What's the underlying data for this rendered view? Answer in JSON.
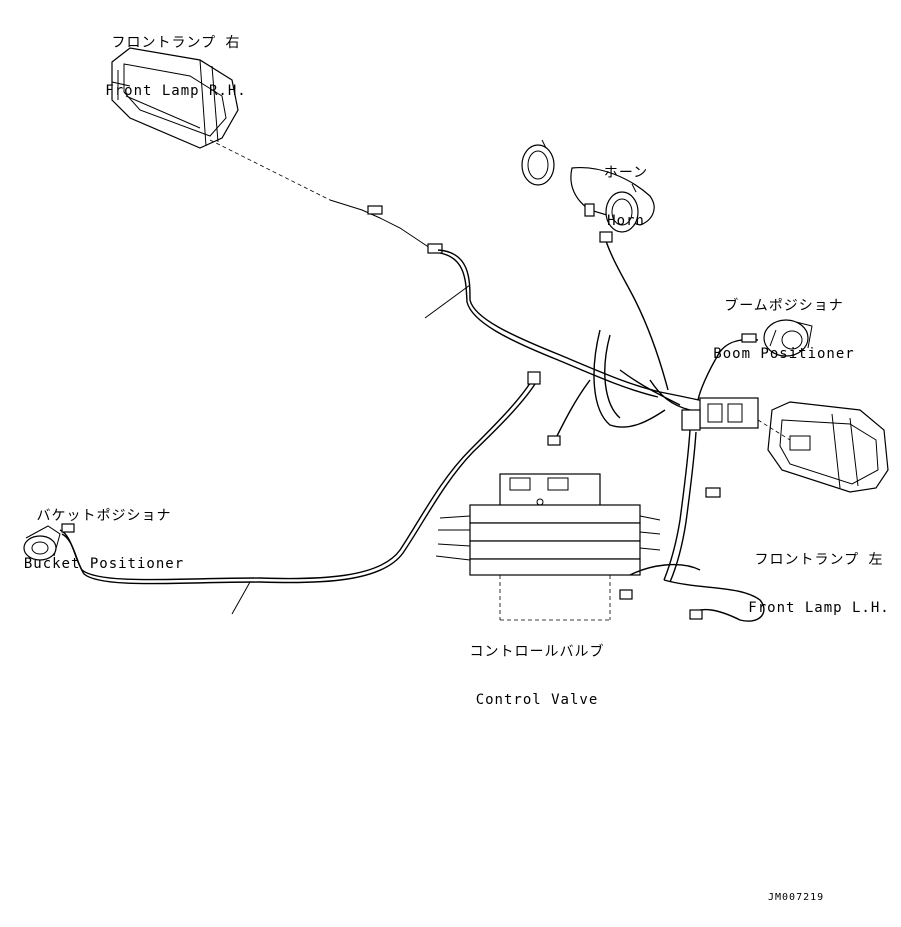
{
  "labels": {
    "front_lamp_rh": {
      "jp": "フロントランプ 右",
      "en": "Front Lamp R.H."
    },
    "horn": {
      "jp": "ホーン",
      "en": "Horn"
    },
    "boom_positioner": {
      "jp": "ブームポジショナ",
      "en": "Boom Positioner"
    },
    "bucket_positioner": {
      "jp": "バケットポジショナ",
      "en": "Bucket Positioner"
    },
    "front_lamp_lh": {
      "jp": "フロントランプ 左",
      "en": "Front Lamp L.H."
    },
    "control_valve": {
      "jp": "コントロールバルブ",
      "en": "Control Valve"
    }
  },
  "drawing_code": "JM007219"
}
